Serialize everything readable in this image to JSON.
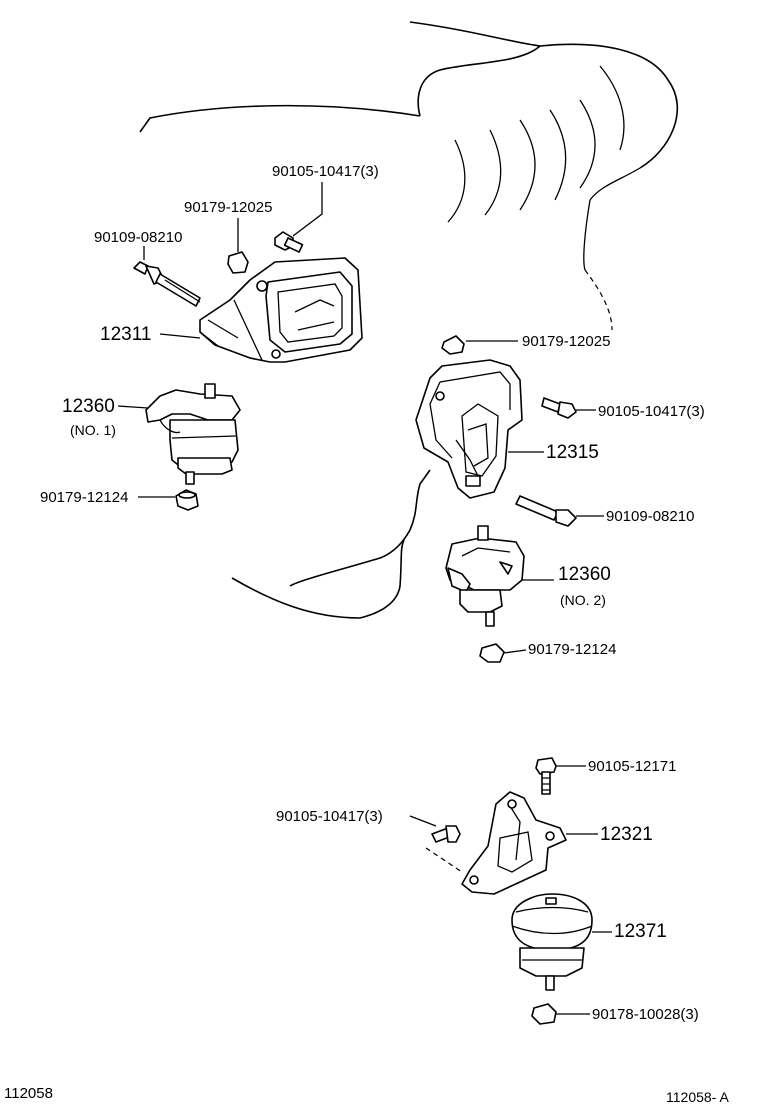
{
  "labels": {
    "bolt_top_mid": "90105-10417(3)",
    "nut_top_left": "90179-12025",
    "bolt_top_left": "90109-08210",
    "bracket_left": "12311",
    "mount_left": "12360",
    "mount_left_no": "(NO. 1)",
    "nut_left_bottom": "90179-12124",
    "nut_right_top": "90179-12025",
    "bolt_right_top": "90105-10417(3)",
    "bracket_right": "12315",
    "bolt_right_mid": "90109-08210",
    "mount_right": "12360",
    "mount_right_no": "(NO. 2)",
    "nut_right_bottom": "90179-12124",
    "bolt_rear_top": "90105-12171",
    "bolt_rear_left": "90105-10417(3)",
    "bracket_rear": "12321",
    "mount_rear": "12371",
    "nut_rear": "90178-10028(3)",
    "footer_left": "112058",
    "footer_right": "112058- A"
  }
}
